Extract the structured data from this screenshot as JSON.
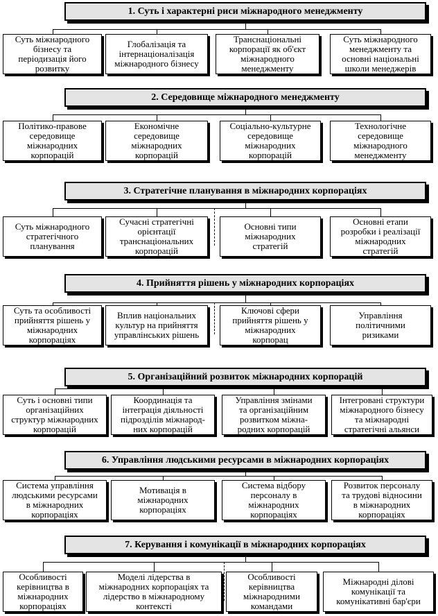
{
  "sections": [
    {
      "title": "1. Суть і характерні риси міжнародного менеджменту",
      "items": [
        "Суть міжнародного\nбізнесу  та\nперіодизація його\nрозвитку",
        "Глобалізація та\nінтернаціоналізація\nміжнародного бізнесу",
        "Транснаціональні\nкорпорації як об'єкт\nміжнародного\nменеджменту",
        "Суть міжнародного\nменеджменту та\nосновні національні\nшколи менеджерів"
      ]
    },
    {
      "title": "2. Середовище міжнародного менеджменту",
      "items": [
        "Політико-правове\nсередовище\nміжнародних\nкорпорацій",
        "Економічне\nсередовище\nміжнародних\nкорпорацій",
        "Соціально-культурне\nсередовище\nміжнародних\nкорпорацій",
        "Технологічне\nсередовище\nміжнародного\nменеджменту"
      ]
    },
    {
      "title": "3. Стратегічне планування в  міжнародних корпораціях",
      "items": [
        "Суть міжнародного\nстратегічного\nпланування",
        "Сучасні стратегічні\nорієнтації\nтранснаціональних\nкорпорацій",
        "Основні типи\nміжнародних\nстратегій",
        "Основні етапи\nрозробки і реалізації\nміжнародних\nстратегій"
      ]
    },
    {
      "title": "4. Прийняття рішень у міжнародних корпораціях",
      "items": [
        "Суть та особливості\nприйняття рішень у\nміжнародних\nкорпораціях",
        "Вплив національних\nкультур на прийняття\nуправлінських рішень",
        "Ключові сфери\nприйняття рішень у\nміжнародних\nкорпорац",
        "Управління\nполітичними\nризиками"
      ]
    },
    {
      "title": "5. Організаційний розвиток міжнародних корпорацій",
      "items": [
        "Суть і основні типи\nорганізаційних\nструктур міжнародних\nкорпорацій",
        "Координація та\nінтеграція діяльності\nпідрозділів міжнарод-\nних корпорацій",
        "Управління змінами\nта організаційним\nрозвитком міжна-\nродних корпорацій",
        "Інтегровані структури\nміжнародного бізнесу\nта міжнародні\nстратегічні альянси"
      ]
    },
    {
      "title": "6. Управління людськими ресурсами в міжнародних корпораціях",
      "items": [
        "Система управління\nлюдськими ресурсами\nв міжнародних\nкорпораціях",
        "Мотивація в\nміжнародних\nкорпораціях",
        "Система відбору\nперсоналу в\nміжнародних\nкорпораціях",
        "Розвиток персоналу\nта трудові відносини\nв міжнародних\nкорпораціях"
      ]
    },
    {
      "title": "7. Керування і комунікації в міжнародних корпораціях",
      "items": [
        "Особливості\nкерівництва в\nміжнародних\nкорпораціях",
        "Моделі лідерства в\nміжнародних корпораціях та\nлідерство в міжнародному\nконтексті",
        "Особливості\nкерівництва\nміжнародними\nкомандами",
        "Міжнародні ділові\nкомунікації та\nкомунікативні бар'єри"
      ]
    }
  ]
}
